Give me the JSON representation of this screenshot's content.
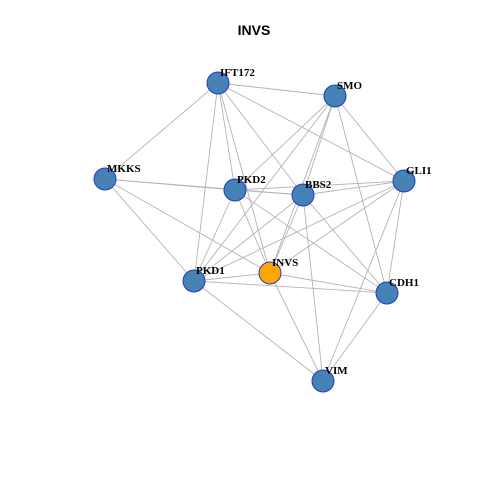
{
  "title": "INVS",
  "colors": {
    "node_default": "#4682b4",
    "node_focus": "#ffa500",
    "node_border": "#1e3cc8",
    "edge": "#b4b4b4"
  },
  "nodes": [
    {
      "id": "IFT172",
      "label": "IFT172",
      "focus": false
    },
    {
      "id": "SMO",
      "label": "SMO",
      "focus": false
    },
    {
      "id": "MKKS",
      "label": "MKKS",
      "focus": false
    },
    {
      "id": "PKD2",
      "label": "PKD2",
      "focus": false
    },
    {
      "id": "BBS2",
      "label": "BBS2",
      "focus": false
    },
    {
      "id": "GLI1",
      "label": "GLI1",
      "focus": false
    },
    {
      "id": "INVS",
      "label": "INVS",
      "focus": true
    },
    {
      "id": "PKD1",
      "label": "PKD1",
      "focus": false
    },
    {
      "id": "CDH1",
      "label": "CDH1",
      "focus": false
    },
    {
      "id": "VIM",
      "label": "VIM",
      "focus": false
    }
  ],
  "edges": [
    [
      "IFT172",
      "SMO"
    ],
    [
      "IFT172",
      "MKKS"
    ],
    [
      "IFT172",
      "PKD2"
    ],
    [
      "IFT172",
      "BBS2"
    ],
    [
      "IFT172",
      "GLI1"
    ],
    [
      "IFT172",
      "PKD1"
    ],
    [
      "IFT172",
      "INVS"
    ],
    [
      "SMO",
      "PKD2"
    ],
    [
      "SMO",
      "BBS2"
    ],
    [
      "SMO",
      "GLI1"
    ],
    [
      "SMO",
      "PKD1"
    ],
    [
      "SMO",
      "INVS"
    ],
    [
      "SMO",
      "CDH1"
    ],
    [
      "MKKS",
      "PKD2"
    ],
    [
      "MKKS",
      "BBS2"
    ],
    [
      "MKKS",
      "PKD1"
    ],
    [
      "MKKS",
      "INVS"
    ],
    [
      "PKD2",
      "BBS2"
    ],
    [
      "PKD2",
      "GLI1"
    ],
    [
      "PKD2",
      "PKD1"
    ],
    [
      "PKD2",
      "INVS"
    ],
    [
      "PKD2",
      "CDH1"
    ],
    [
      "BBS2",
      "GLI1"
    ],
    [
      "BBS2",
      "PKD1"
    ],
    [
      "BBS2",
      "INVS"
    ],
    [
      "BBS2",
      "CDH1"
    ],
    [
      "BBS2",
      "VIM"
    ],
    [
      "GLI1",
      "INVS"
    ],
    [
      "GLI1",
      "PKD1"
    ],
    [
      "GLI1",
      "CDH1"
    ],
    [
      "GLI1",
      "VIM"
    ],
    [
      "INVS",
      "PKD1"
    ],
    [
      "INVS",
      "CDH1"
    ],
    [
      "INVS",
      "VIM"
    ],
    [
      "PKD1",
      "CDH1"
    ],
    [
      "PKD1",
      "VIM"
    ],
    [
      "CDH1",
      "VIM"
    ]
  ]
}
